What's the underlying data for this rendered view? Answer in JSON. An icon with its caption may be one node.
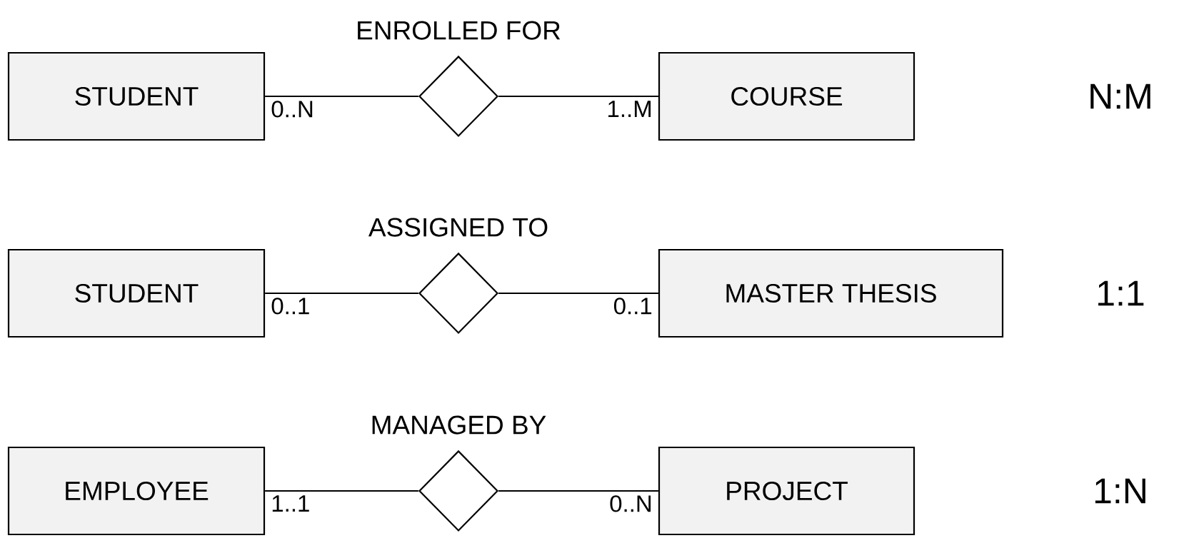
{
  "diagram": {
    "nodes": [
      {
        "text": [
          "STUDENT"
        ]
      },
      {
        "text": [
          "ENROLLED FOR"
        ]
      },
      {
        "text": [
          "COURSE"
        ]
      },
      {
        "text": [
          "STUDENT"
        ]
      },
      {
        "text": [
          "ASSIGNED TO"
        ]
      },
      {
        "text": [
          "MASTER THESIS"
        ]
      },
      {
        "text": [
          "EMPLOYEE"
        ]
      },
      {
        "text": [
          "MANAGED BY"
        ]
      },
      {
        "text": [
          "PROJECT"
        ]
      }
    ],
    "edges": [
      {
        "from": 0,
        "to": 1,
        "arrow": "none",
        "label": "0..N"
      },
      {
        "from": 1,
        "to": 2,
        "arrow": "none",
        "label": "1..M"
      },
      {
        "from": 3,
        "to": 4,
        "arrow": "none",
        "label": "0..1"
      },
      {
        "from": 4,
        "to": 5,
        "arrow": "none",
        "label": "0..1"
      },
      {
        "from": 6,
        "to": 7,
        "arrow": "none",
        "label": "1..1"
      },
      {
        "from": 7,
        "to": 8,
        "arrow": "none",
        "label": "0..N"
      }
    ],
    "labels": [
      "N:M",
      "1:1",
      "1:N"
    ]
  }
}
